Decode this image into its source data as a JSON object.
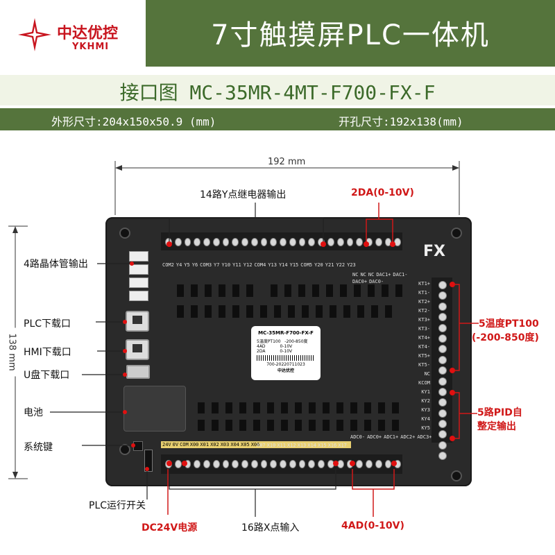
{
  "header": {
    "logo_cn": "中达优控",
    "logo_en": "YKHMI",
    "title": "7寸触摸屏PLC一体机"
  },
  "subtitle": "接口图 MC-35MR-4MT-F700-FX-F",
  "dims": {
    "outer": "外形尺寸:204x150x50.9 (mm)",
    "cutout": "开孔尺寸:192x138(mm)"
  },
  "measure": {
    "width": "192 mm",
    "height": "138 mm"
  },
  "device": {
    "brand": "FX",
    "label_model": "MC-35MR-F700-FX-F",
    "label_line1": "5温度PT100   -200-850度",
    "label_line2": "4AD           0-10V",
    "label_line3": "2DA           0-10V",
    "label_serial": "700-20220711023",
    "label_brand": "中达优控",
    "top_terminals": [
      "COM2",
      "Y4",
      "Y5",
      "Y6",
      "COM3",
      "Y7",
      "Y10",
      "Y11",
      "Y12",
      "COM4",
      "Y13",
      "Y14",
      "Y15",
      "COM5",
      "Y20",
      "Y21",
      "Y22",
      "Y23",
      "NC",
      "NC",
      "NC",
      "DAC1+",
      "DAC1-",
      "DAC0+",
      "DAC0-"
    ],
    "bottom_terminals": [
      "24V",
      "0V",
      "COM",
      "X00",
      "X01",
      "X02",
      "X03",
      "X04",
      "X05",
      "X06",
      "X07",
      "X10",
      "X11",
      "X12",
      "X13",
      "X14",
      "X15",
      "X16",
      "X17",
      "ADC0-",
      "ADC0+",
      "ADC1+",
      "ADC2+",
      "ADC3+"
    ],
    "right_terminals": [
      "KT1+",
      "KT1-",
      "KT2+",
      "KT2-",
      "KT3+",
      "KT3-",
      "KT4+",
      "KT4-",
      "KT5+",
      "KT5-",
      "NC",
      "KCOM",
      "KY1",
      "KY2",
      "KY3",
      "KY4",
      "KY5"
    ]
  },
  "annotations": {
    "relay_out": "14路Y点继电器输出",
    "da": "2DA(0-10V)",
    "transistor": "4路晶体管输出",
    "plc_download": "PLC下载口",
    "hmi_download": "HMI下载口",
    "usb_download": "U盘下载口",
    "battery": "电池",
    "system_key": "系统键",
    "run_switch": "PLC运行开关",
    "dc24v": "DC24V电源",
    "x_inputs": "16路X点输入",
    "ad": "4AD(0-10V)",
    "temp_line1": "5温度PT100",
    "temp_line2": "(-200-850度)",
    "pid_line1": "5路PID自",
    "pid_line2": "整定输出"
  },
  "colors": {
    "brand_green": "#55743c",
    "accent_red": "#d01818",
    "device_body": "#2a2a2a"
  }
}
